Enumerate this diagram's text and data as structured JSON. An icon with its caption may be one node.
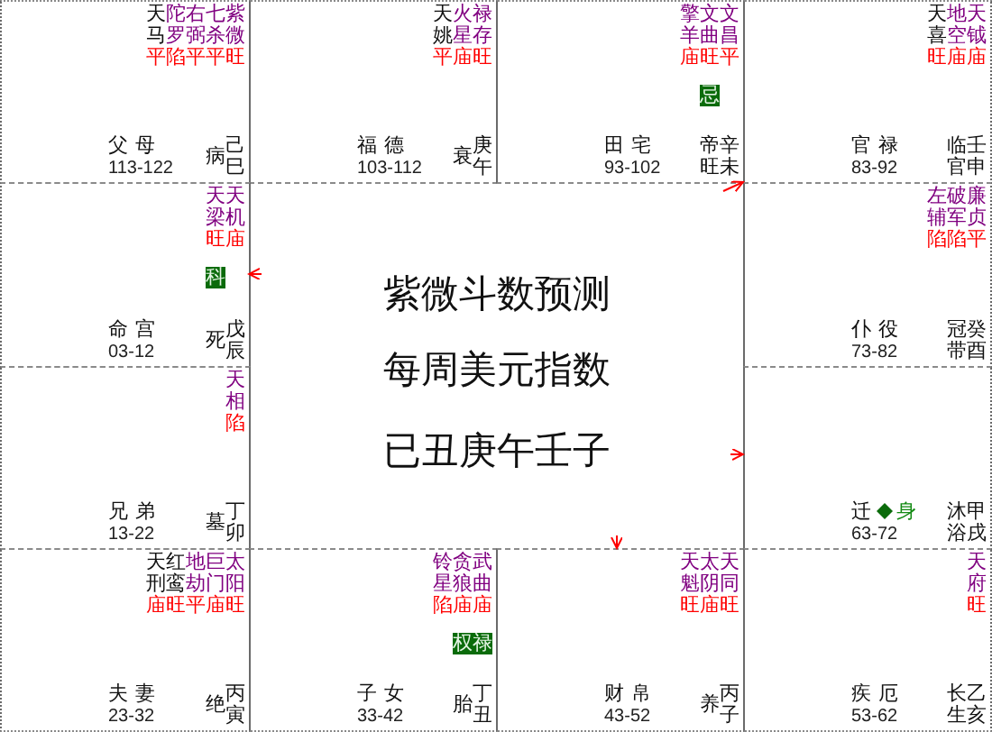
{
  "diagram": {
    "nodes": [
      {
        "text": [
          "天马",
          "陀罗",
          "右弼",
          "七杀",
          "紫微",
          "平陷平平旺",
          "父母",
          "113-122",
          "病",
          "己巳"
        ]
      },
      {
        "text": [
          "天姚",
          "火星",
          "禄存",
          "平庙旺",
          "福德",
          "103-112",
          "衰",
          "庚午"
        ]
      },
      {
        "text": [
          "擎羊",
          "文曲",
          "文昌",
          "庙旺平",
          "忌",
          "田宅",
          "93-102",
          "帝旺",
          "辛未"
        ]
      },
      {
        "text": [
          "天喜",
          "地空",
          "天钺",
          "旺庙庙",
          "官禄",
          "83-92",
          "临官",
          "壬申"
        ]
      },
      {
        "text": [
          "天梁",
          "天机",
          "旺庙",
          "科",
          "命宫",
          "03-12",
          "死",
          "戊辰"
        ]
      },
      {
        "text": [
          "紫微斗数预测",
          "每周美元指数",
          "已丑庚午壬子"
        ]
      },
      {
        "text": [
          "左辅",
          "破军",
          "廉贞",
          "陷陷平",
          "仆役",
          "73-82",
          "冠带",
          "癸酉"
        ]
      },
      {
        "text": [
          "天相",
          "陷",
          "兄弟",
          "13-22",
          "墓",
          "丁卯"
        ]
      },
      {
        "text": [
          "迁",
          "身",
          "63-72",
          "沐浴",
          "甲戌"
        ]
      },
      {
        "text": [
          "天刑",
          "红鸾",
          "地劫",
          "巨门",
          "太阳",
          "庙旺平庙旺",
          "夫妻",
          "23-32",
          "绝",
          "丙寅"
        ]
      },
      {
        "text": [
          "铃星",
          "贪狼",
          "武曲",
          "陷庙庙",
          "权禄",
          "子女",
          "33-42",
          "胎",
          "丁丑"
        ]
      },
      {
        "text": [
          "天魁",
          "太阴",
          "天同",
          "旺庙旺",
          "财帛",
          "43-52",
          "养",
          "丙子"
        ]
      },
      {
        "text": [
          "天府",
          "旺",
          "疾厄",
          "53-62",
          "长生",
          "乙亥"
        ]
      }
    ],
    "edges": [
      {
        "from": 5,
        "to": 3,
        "arrow": "to"
      },
      {
        "from": 5,
        "to": 4,
        "arrow": "to"
      },
      {
        "from": 5,
        "to": 8,
        "arrow": "to"
      },
      {
        "from": 5,
        "to": 11,
        "arrow": "to"
      }
    ]
  }
}
